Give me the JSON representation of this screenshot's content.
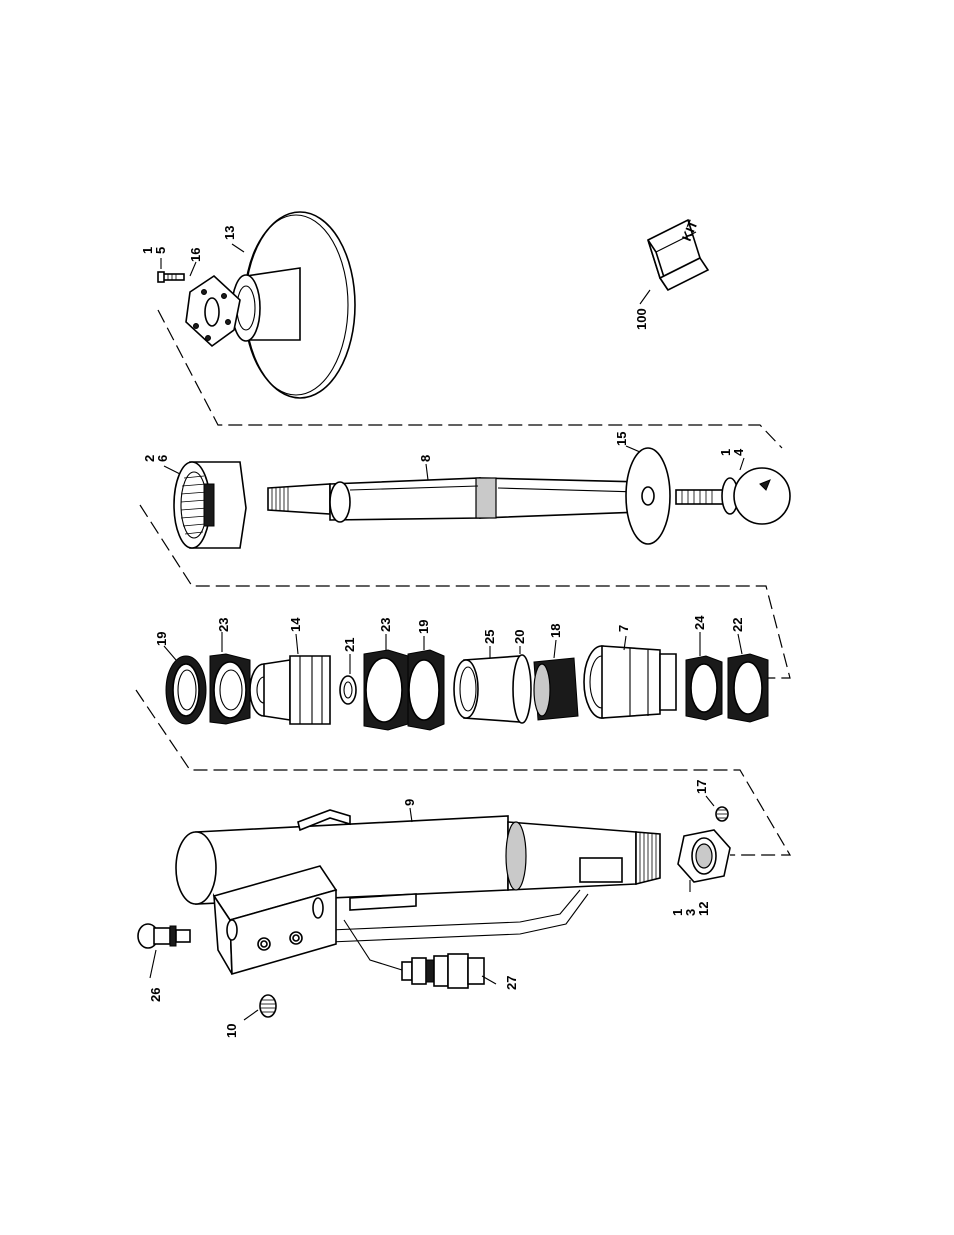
{
  "diagram": {
    "callouts": [
      {
        "id": "c1-5",
        "lines": [
          "1",
          "5"
        ]
      },
      {
        "id": "c16",
        "lines": [
          "16"
        ]
      },
      {
        "id": "c13",
        "lines": [
          "13"
        ]
      },
      {
        "id": "c100",
        "lines": [
          "100"
        ]
      },
      {
        "id": "c2-6",
        "lines": [
          "2",
          "6"
        ]
      },
      {
        "id": "c8",
        "lines": [
          "8"
        ]
      },
      {
        "id": "c15",
        "lines": [
          "15"
        ]
      },
      {
        "id": "c1-4",
        "lines": [
          "1",
          "4"
        ]
      },
      {
        "id": "c19a",
        "lines": [
          "19"
        ]
      },
      {
        "id": "c23a",
        "lines": [
          "23"
        ]
      },
      {
        "id": "c14",
        "lines": [
          "14"
        ]
      },
      {
        "id": "c21",
        "lines": [
          "21"
        ]
      },
      {
        "id": "c23b",
        "lines": [
          "23"
        ]
      },
      {
        "id": "c19b",
        "lines": [
          "19"
        ]
      },
      {
        "id": "c25",
        "lines": [
          "25"
        ]
      },
      {
        "id": "c20",
        "lines": [
          "20"
        ]
      },
      {
        "id": "c18",
        "lines": [
          "18"
        ]
      },
      {
        "id": "c7",
        "lines": [
          "7"
        ]
      },
      {
        "id": "c24",
        "lines": [
          "24"
        ]
      },
      {
        "id": "c22",
        "lines": [
          "22"
        ]
      },
      {
        "id": "c9",
        "lines": [
          "9"
        ]
      },
      {
        "id": "c17",
        "lines": [
          "17"
        ]
      },
      {
        "id": "c1-3-12",
        "lines": [
          "1",
          "3",
          "12"
        ]
      },
      {
        "id": "c26",
        "lines": [
          "26"
        ]
      },
      {
        "id": "c27",
        "lines": [
          "27"
        ]
      },
      {
        "id": "c10",
        "lines": [
          "10"
        ]
      }
    ],
    "kit_label": "KIT"
  }
}
